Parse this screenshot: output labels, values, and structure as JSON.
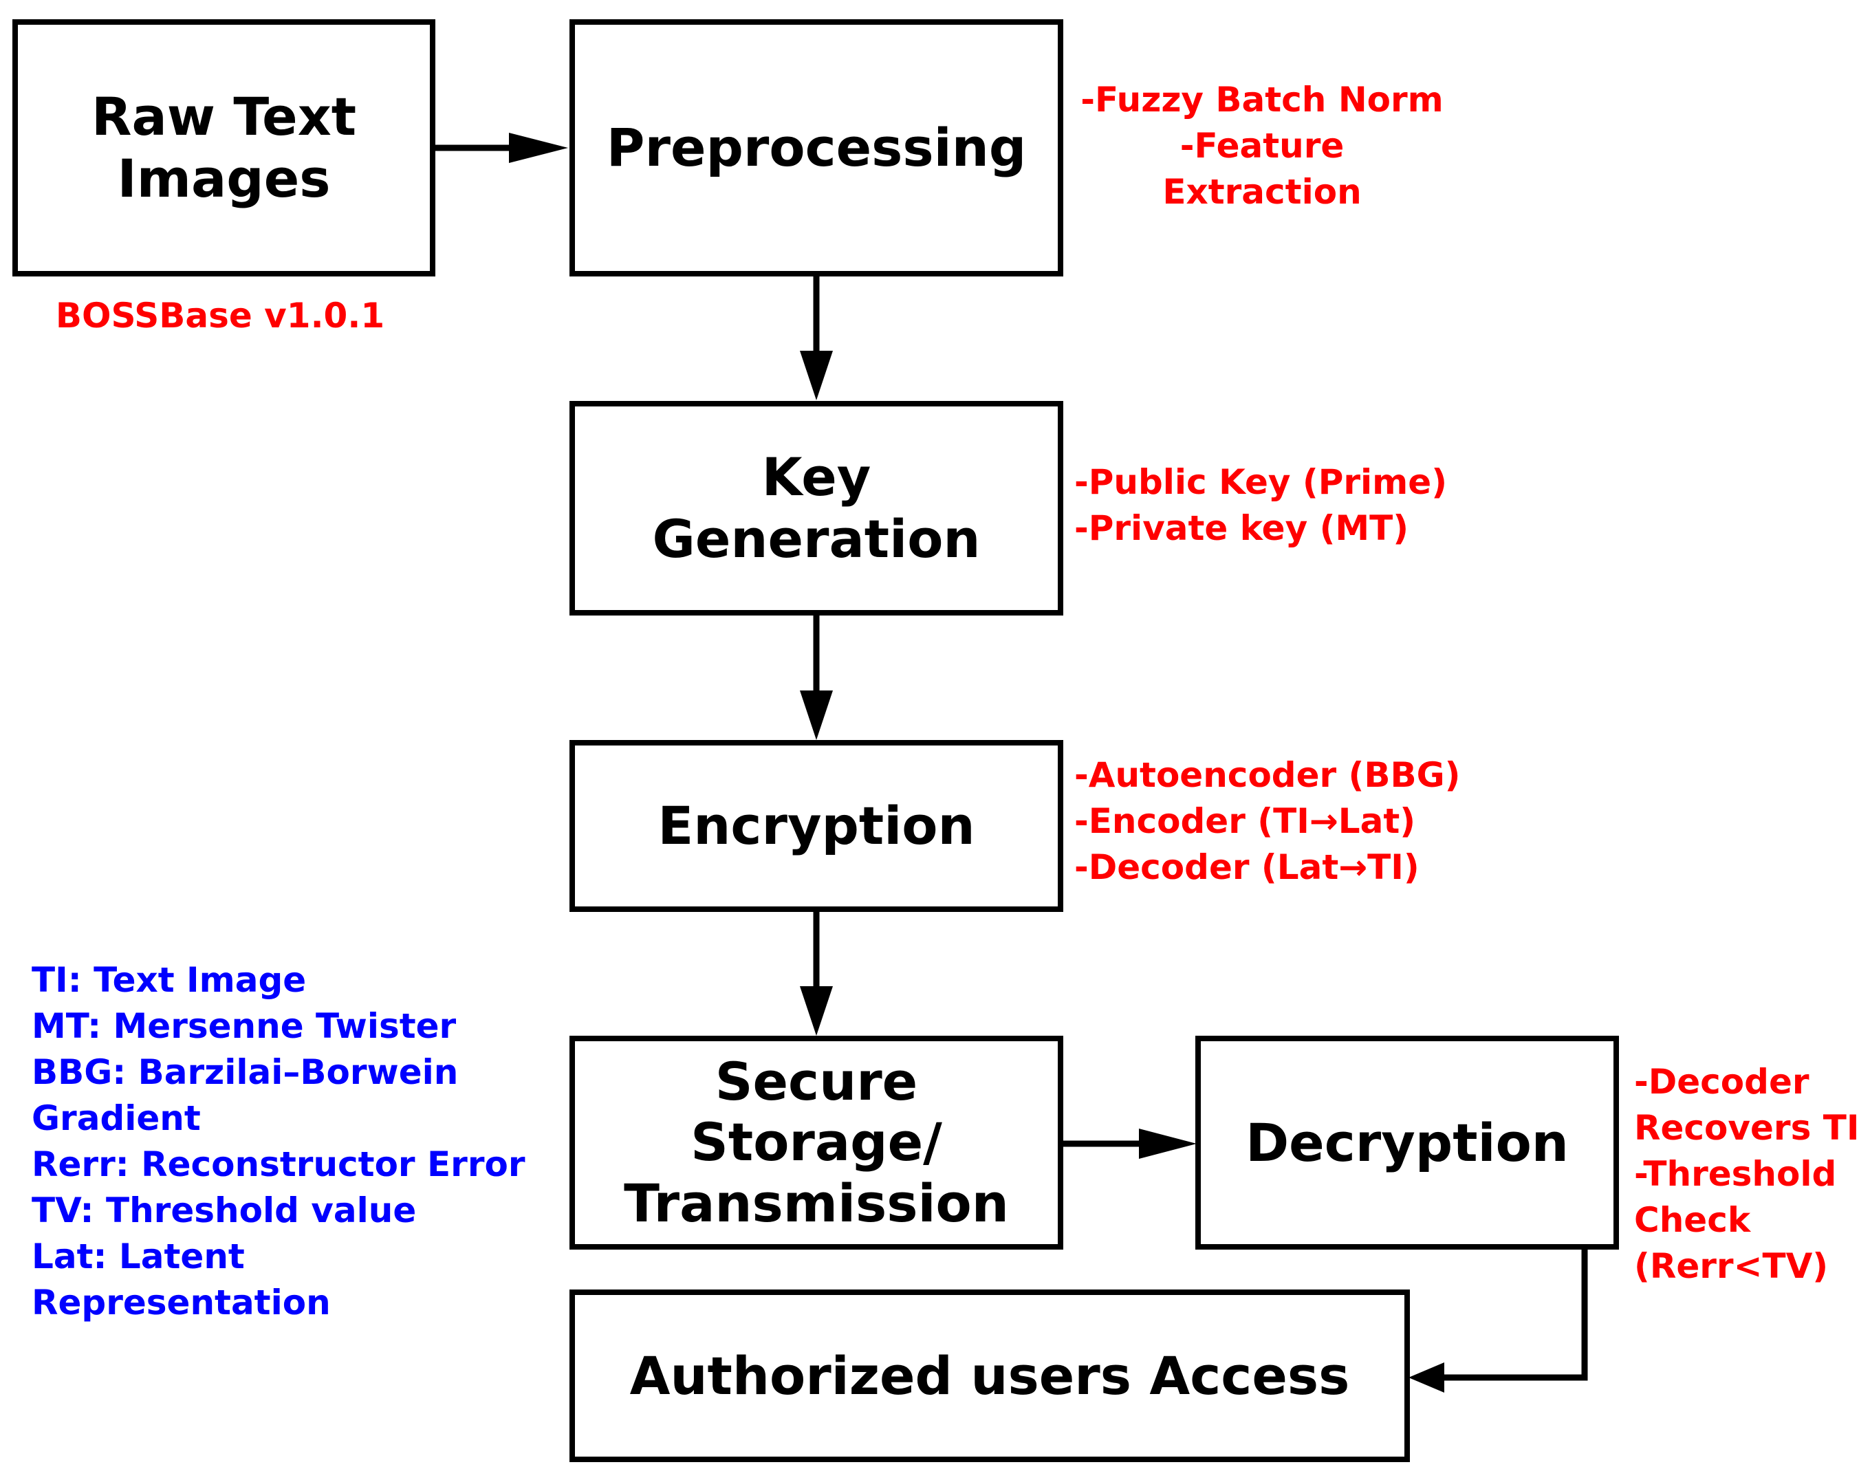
{
  "colors": {
    "box_border": "#000000",
    "arrow": "#000000",
    "annotation": "#ff0000",
    "legend": "#0000ff"
  },
  "boxes": {
    "raw_text_images": [
      "Raw Text",
      "Images"
    ],
    "preprocessing": [
      "Preprocessing"
    ],
    "key_generation": [
      "Key",
      "Generation"
    ],
    "encryption": [
      "Encryption"
    ],
    "secure_storage": [
      "Secure",
      "Storage/",
      "Transmission"
    ],
    "decryption": [
      "Decryption"
    ],
    "authorized_access": [
      "Authorized users Access"
    ]
  },
  "annotations": {
    "dataset": [
      "BOSSBase v1.0.1"
    ],
    "preprocessing": [
      "-Fuzzy Batch Norm",
      "-Feature",
      "Extraction"
    ],
    "key_generation": [
      "-Public Key (Prime)",
      "-Private key (MT)"
    ],
    "encryption": [
      "-Autoencoder (BBG)",
      "-Encoder (TI→Lat)",
      "-Decoder (Lat→TI)"
    ],
    "decryption": [
      "-Decoder",
      "Recovers TI",
      "-Threshold",
      "Check",
      "(Rerr<TV)"
    ]
  },
  "legend": [
    "TI: Text Image",
    "MT: Mersenne Twister",
    "BBG: Barzilai–Borwein",
    "Gradient",
    "Rerr: Reconstructor Error",
    "TV: Threshold value",
    "Lat: Latent",
    "Representation"
  ]
}
